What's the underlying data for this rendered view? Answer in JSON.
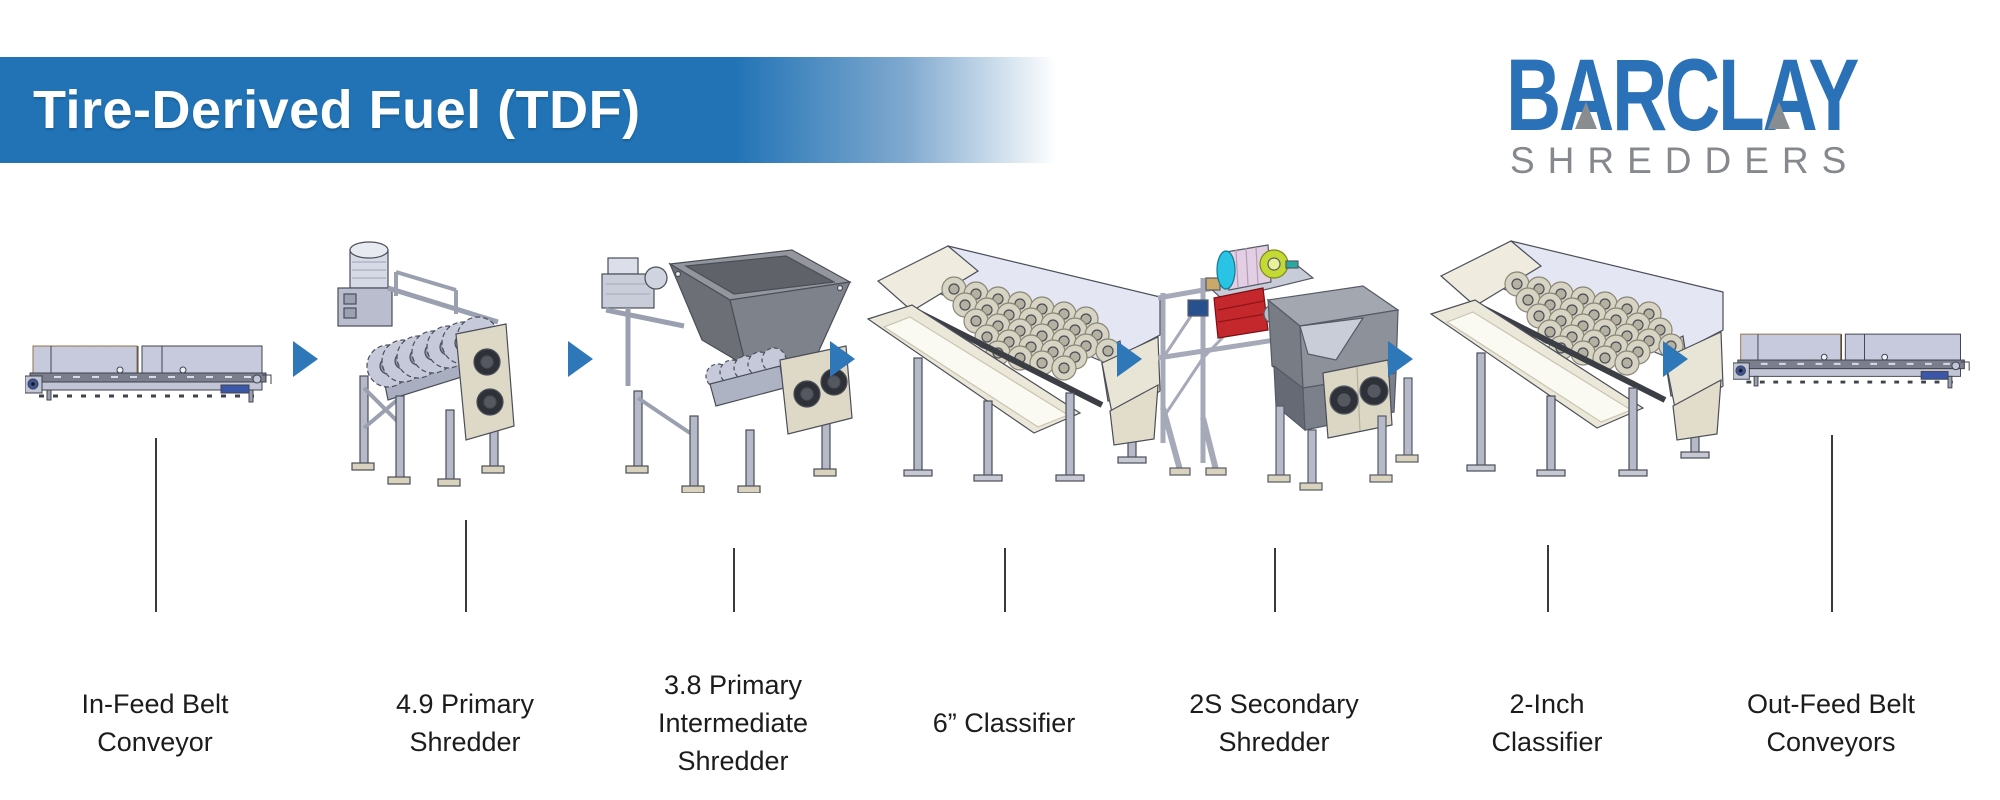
{
  "banner": {
    "title": "Tire-Derived Fuel (TDF)"
  },
  "logo": {
    "brand": "BARCLAY",
    "subtitle": "SHREDDERS"
  },
  "colors": {
    "banner_blue": "#2173b6",
    "arrow_blue": "#2e77b8",
    "logo_blue": "#2b71b8",
    "logo_gray": "#85888c",
    "label_text": "#1c1c1c"
  },
  "flow": {
    "items": [
      {
        "id": "in-feed-belt-conveyor",
        "label": "In-Feed Belt\nConveyor"
      },
      {
        "id": "4-9-primary-shredder",
        "label": "4.9 Primary\nShredder"
      },
      {
        "id": "3-8-primary-intermediate-shredder",
        "label": "3.8 Primary\nIntermediate\nShredder"
      },
      {
        "id": "6-inch-classifier",
        "label": "6” Classifier"
      },
      {
        "id": "2s-secondary-shredder",
        "label": "2S Secondary\nShredder"
      },
      {
        "id": "2-inch-classifier",
        "label": "2-Inch\nClassifier"
      },
      {
        "id": "out-feed-belt-conveyors",
        "label": "Out-Feed Belt\nConveyors"
      }
    ]
  }
}
